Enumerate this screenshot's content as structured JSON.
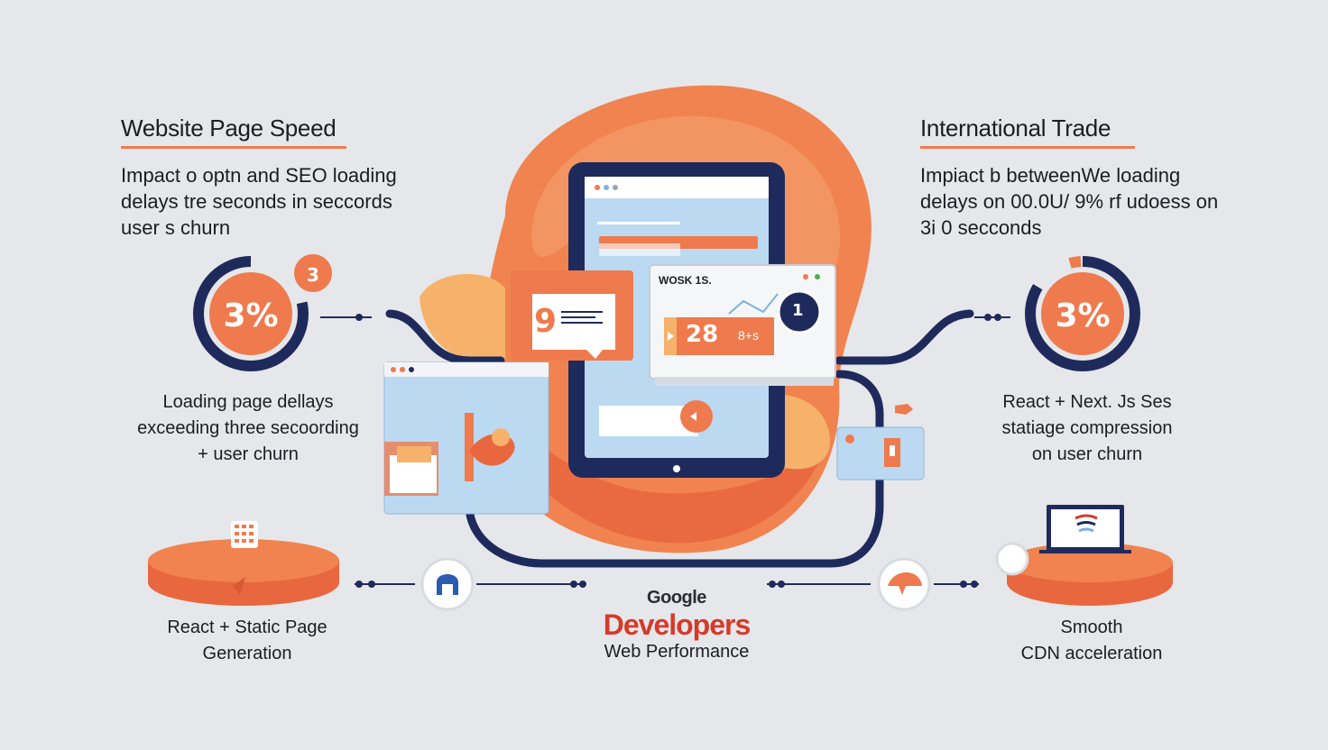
{
  "left_panel": {
    "heading": "Website Page Speed",
    "paragraph_lines": [
      "Impact o optn and SEO loading",
      "delays tre seconds in seccords",
      "user s churn"
    ],
    "stat_value": "3%",
    "badge_value": "3",
    "caption_lines": [
      "Loading page dellays",
      "exceeding three secoording",
      "+ user churn"
    ]
  },
  "right_panel": {
    "heading": "International Trade",
    "paragraph_lines": [
      "Impiact b betweenWe loading",
      "delays on 00.0U/ 9% rf udoess on",
      "3i 0 secconds"
    ],
    "stat_value": "3%",
    "caption_lines": [
      "React + Next. Js Ses",
      "statiage compression",
      "on user churn"
    ]
  },
  "center": {
    "window_label": "WOSK 1S.",
    "metric_value": "28",
    "metric_suffix": "8+s",
    "side_card_value": "9",
    "badge_number": "1"
  },
  "bottom": {
    "left_caption_lines": [
      "React +  Static Page",
      "Generation"
    ],
    "right_caption_lines": [
      "Smooth",
      "CDN acceleration"
    ],
    "brand_google": "Google",
    "brand_developers": "Developers",
    "brand_subtitle": "Web Performance"
  },
  "colors": {
    "accent_orange": "#ef7a4d",
    "navy": "#1f2a5c",
    "light_blue": "#bcd9f2",
    "brand_red": "#d63a2a"
  }
}
